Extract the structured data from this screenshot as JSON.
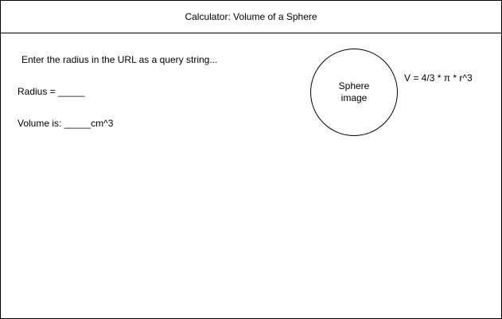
{
  "header": {
    "title": "Calculator: Volume of a Sphere"
  },
  "main": {
    "instructions": "Enter the radius in the URL as a query string...",
    "radius_line": "Radius = _____",
    "volume_line": "Volume is: _____cm^3"
  },
  "sphere": {
    "label": "Sphere image",
    "formula": "V = 4/3 * π * r^3"
  }
}
